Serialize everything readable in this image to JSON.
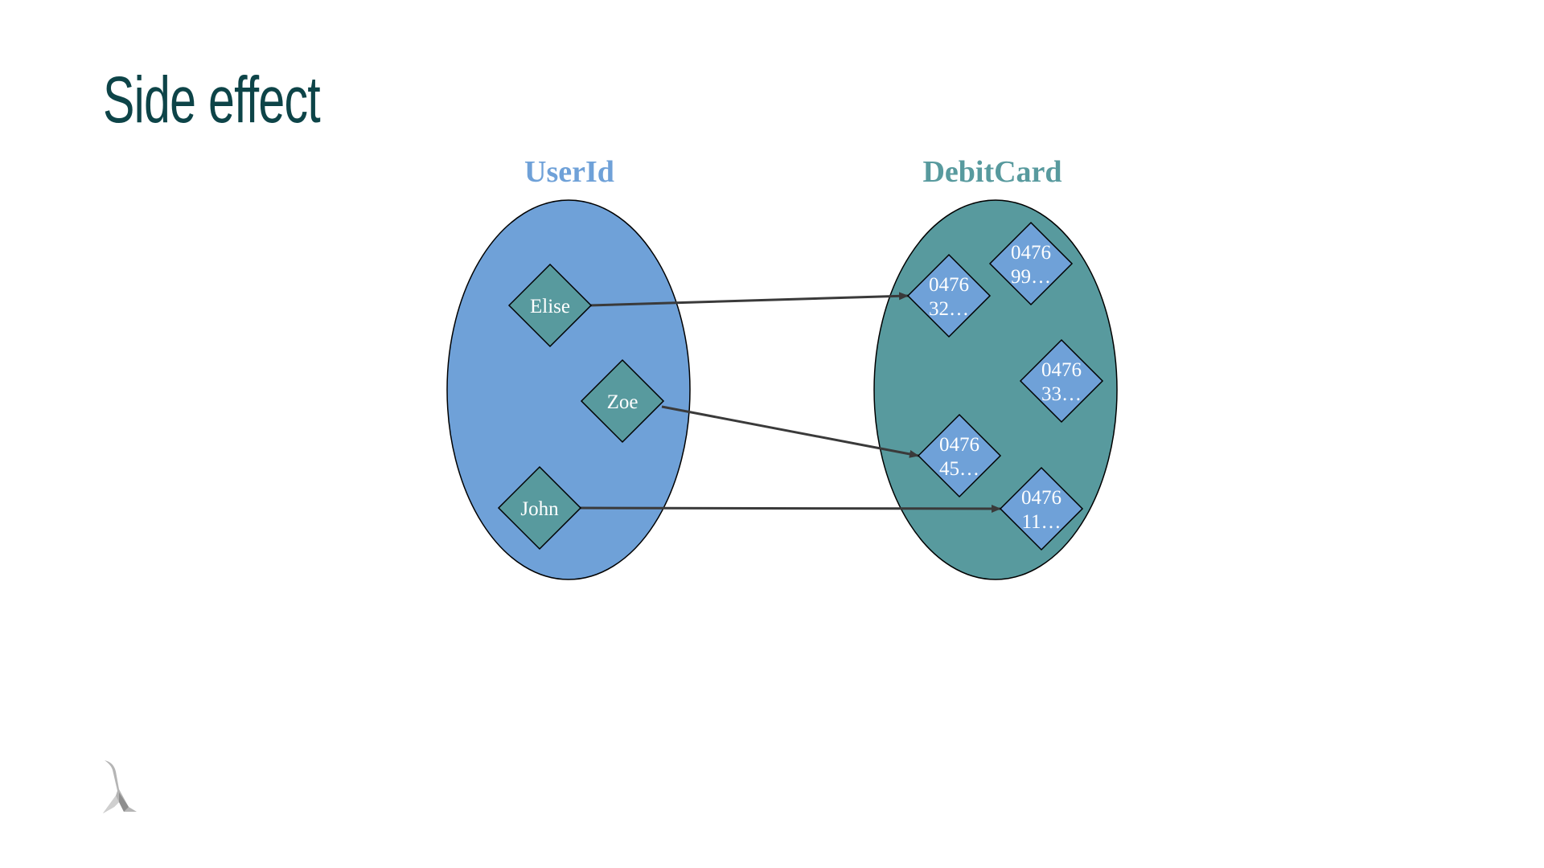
{
  "slide": {
    "title": "Side effect"
  },
  "colors": {
    "title": "#0d4448",
    "domain_fill": "#6fa1d8",
    "codomain_fill": "#589a9e",
    "arrow": "#3a3a3a"
  },
  "diagram": {
    "domain": {
      "label": "UserId",
      "label_color": "#6fa1d8",
      "items": [
        {
          "id": "elise",
          "lines": [
            "Elise"
          ]
        },
        {
          "id": "zoe",
          "lines": [
            "Zoe"
          ]
        },
        {
          "id": "john",
          "lines": [
            "John"
          ]
        }
      ]
    },
    "codomain": {
      "label": "DebitCard",
      "label_color": "#589a9e",
      "items": [
        {
          "id": "card-99",
          "lines": [
            "0476",
            "99…"
          ]
        },
        {
          "id": "card-32",
          "lines": [
            "0476",
            "32…"
          ]
        },
        {
          "id": "card-33",
          "lines": [
            "0476",
            "33…"
          ]
        },
        {
          "id": "card-45",
          "lines": [
            "0476",
            "45…"
          ]
        },
        {
          "id": "card-11",
          "lines": [
            "0476",
            "11…"
          ]
        }
      ]
    },
    "mappings": [
      {
        "from": "elise",
        "to": "card-32"
      },
      {
        "from": "zoe",
        "to": "card-45"
      },
      {
        "from": "john",
        "to": "card-11"
      }
    ]
  },
  "logo": {
    "icon": "lambda-logo-icon"
  }
}
